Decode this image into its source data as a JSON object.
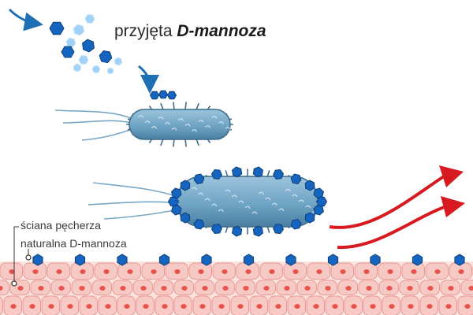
{
  "title": {
    "prefix": "przyjęta",
    "emphasis": "D-mannoza"
  },
  "labels": {
    "bladder_wall": "ściana pęcherza",
    "natural_d_mannose": "naturalna D-mannoza"
  },
  "colors": {
    "mannose_dark": "#1565c0",
    "mannose_light": "#90caf9",
    "bacterium_body": "#6fa4c4",
    "bacterium_dark": "#3f6f8f",
    "cell_fill": "#f7c9c4",
    "cell_border": "#e89a93",
    "nucleus": "#e8524a",
    "exit_arrow": "#d71920",
    "flow_arrow": "#1f6fb4"
  },
  "icons": {
    "molecule": "hexagon",
    "bacterium": "rod-shaped-bacterium",
    "exit": "curved-arrow"
  }
}
